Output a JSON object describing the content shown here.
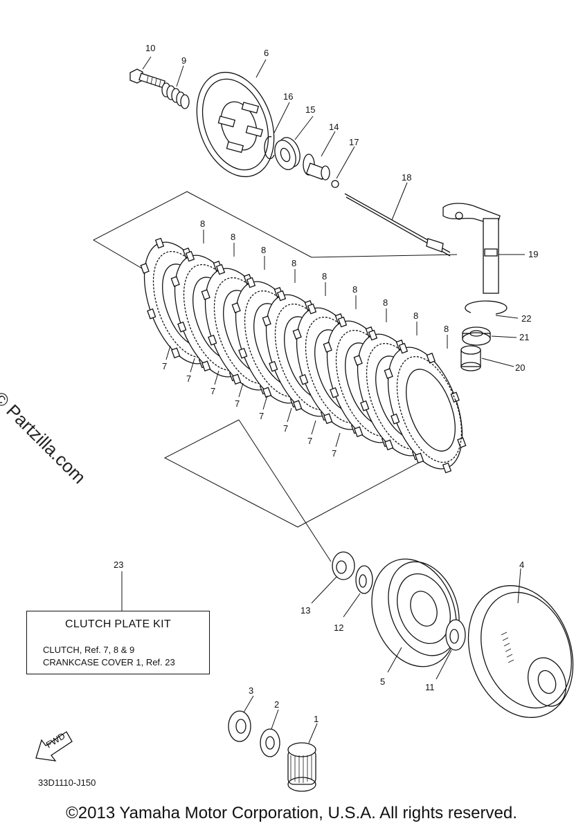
{
  "callouts": [
    "1",
    "2",
    "3",
    "4",
    "5",
    "6",
    "7",
    "8",
    "9",
    "10",
    "11",
    "12",
    "13",
    "14",
    "15",
    "16",
    "17",
    "18",
    "19",
    "20",
    "21",
    "22",
    "23"
  ],
  "kit_box": {
    "title": "CLUTCH PLATE KIT",
    "line1": "CLUTCH, Ref. 7, 8 & 9",
    "line2": "CRANKCASE COVER 1, Ref. 23"
  },
  "fwd_label": "FWD",
  "drawing_code": "33D1110-J150",
  "copyright": "©2013 Yamaha Motor Corporation, U.S.A. All rights reserved.",
  "watermark": "© Partzilla.com"
}
